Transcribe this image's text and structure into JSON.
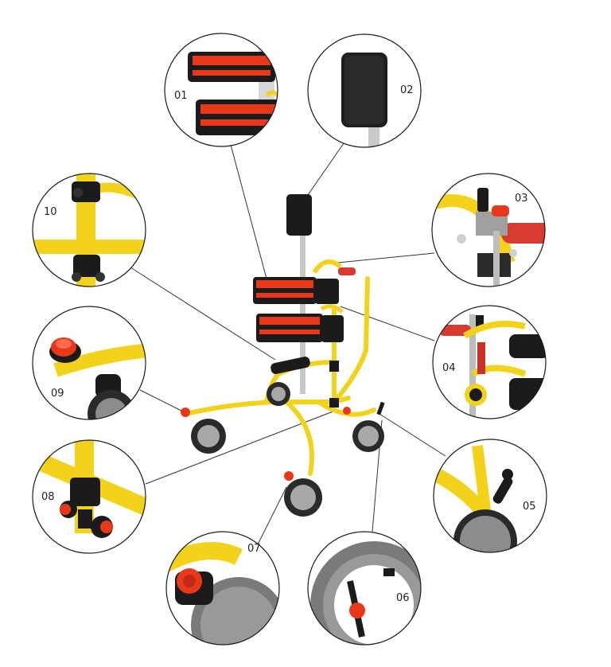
{
  "colors": {
    "frame_yellow": "#f2d21a",
    "pad_red": "#e8381a",
    "pad_black": "#1b1b1b",
    "wheel_grey": "#8c8c8c",
    "handle_red": "#d73a2e",
    "circle_stroke": "#1a1a1a",
    "leader_line": "#333333"
  },
  "callouts": [
    {
      "number": "01",
      "part": "chest-support-pads"
    },
    {
      "number": "02",
      "part": "headrest"
    },
    {
      "number": "03",
      "part": "height-adjust-handle"
    },
    {
      "number": "04",
      "part": "spring-mechanism"
    },
    {
      "number": "05",
      "part": "brake-lever"
    },
    {
      "number": "06",
      "part": "rear-wheel"
    },
    {
      "number": "07",
      "part": "front-wheel-lock"
    },
    {
      "number": "08",
      "part": "frame-clamp-bottom"
    },
    {
      "number": "09",
      "part": "caster-lock"
    },
    {
      "number": "10",
      "part": "frame-clamp-top"
    }
  ]
}
